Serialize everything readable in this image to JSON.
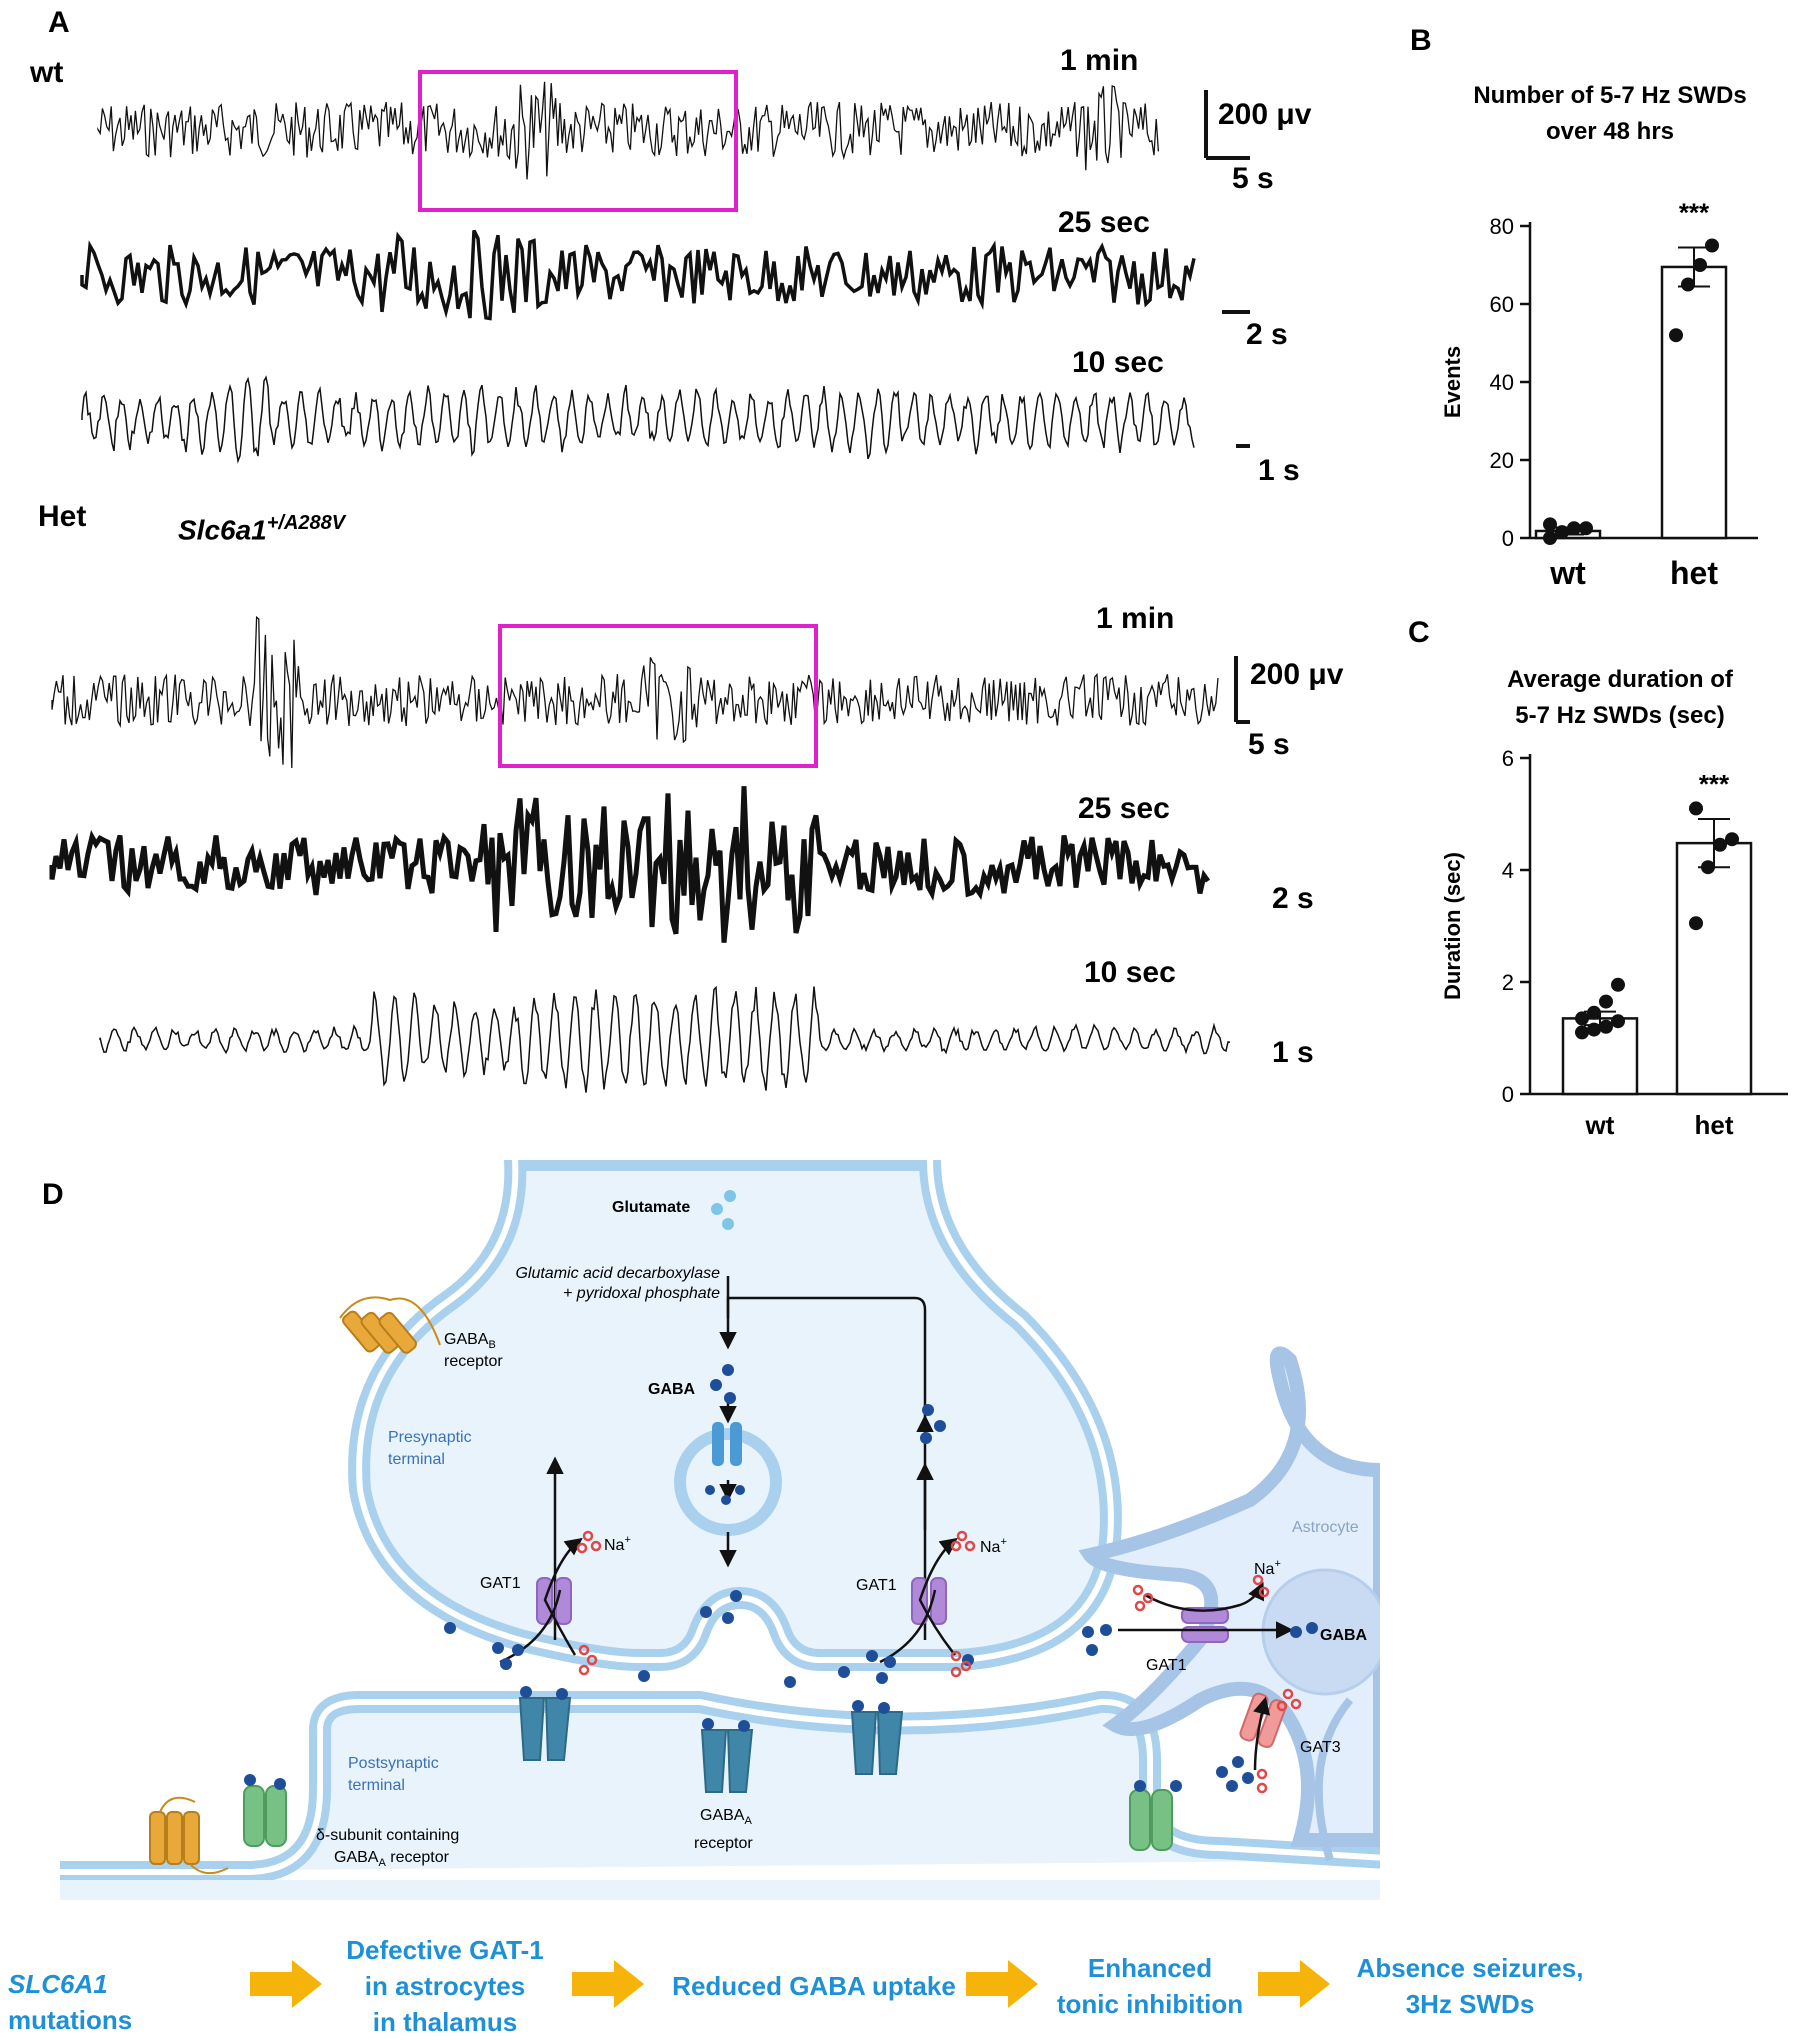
{
  "panel_a": {
    "letter": "A",
    "wt": {
      "label": "wt",
      "traces": [
        {
          "time_label": "1 min",
          "amp_scale": "200 μv",
          "time_scale": "5 s"
        },
        {
          "time_label": "25 sec",
          "time_scale": "2 s"
        },
        {
          "time_label": "10 sec",
          "time_scale": "1 s"
        }
      ]
    },
    "het": {
      "label": "Het",
      "genotype_base": "Slc6a1",
      "genotype_sup": "+/A288V",
      "traces": [
        {
          "time_label": "1 min",
          "amp_scale": "200 μv",
          "time_scale": "5 s"
        },
        {
          "time_label": "25 sec",
          "time_scale": "2 s"
        },
        {
          "time_label": "10 sec",
          "time_scale": "1 s"
        }
      ]
    },
    "highlight_color": "#e020c8"
  },
  "chart_data": [
    {
      "panel": "B",
      "type": "bar",
      "title": "Number of 5-7 Hz SWDs over 48 hrs",
      "title_lines": [
        "Number of 5-7 Hz SWDs",
        "over 48 hrs"
      ],
      "ylabel": "Events",
      "xlabel": "",
      "categories": [
        "wt",
        "het"
      ],
      "values": [
        1.8,
        69.5
      ],
      "error": [
        0.9,
        5.0
      ],
      "points": [
        [
          0,
          1.5,
          2.5,
          2.5,
          3.5
        ],
        [
          52,
          65,
          70,
          75
        ]
      ],
      "ylim": [
        0,
        80
      ],
      "yticks": [
        0,
        20,
        40,
        60,
        80
      ],
      "significance": "***"
    },
    {
      "panel": "C",
      "type": "bar",
      "title": "Average duration of 5-7 Hz SWDs (sec)",
      "title_lines": [
        "Average duration of",
        "5-7 Hz SWDs (sec)"
      ],
      "ylabel": "Duration (sec)",
      "xlabel": "",
      "categories": [
        "wt",
        "het"
      ],
      "values": [
        1.35,
        4.48
      ],
      "error": [
        0.12,
        0.43
      ],
      "points": [
        [
          1.1,
          1.15,
          1.2,
          1.3,
          1.35,
          1.45,
          1.65,
          1.95
        ],
        [
          3.05,
          4.05,
          4.45,
          4.55,
          5.1
        ]
      ],
      "ylim": [
        0,
        6
      ],
      "yticks": [
        0,
        2,
        4,
        6
      ],
      "significance": "***"
    }
  ],
  "panel_d": {
    "letter": "D",
    "glutamate": "Glutamate",
    "enzyme_line1": "Glutamic acid decarboxylase",
    "enzyme_line2": "+ pyridoxal phosphate",
    "gaba": "GABA",
    "gaba_astro": "GABA",
    "gabab_line1": "GABA",
    "gabab_sub": "B",
    "gabab_line2": "receptor",
    "presynaptic_line1": "Presynaptic",
    "presynaptic_line2": "terminal",
    "postsynaptic_line1": "Postsynaptic",
    "postsynaptic_line2": "terminal",
    "astrocyte": "Astrocyte",
    "gat1": "GAT1",
    "gat3": "GAT3",
    "na": "Na",
    "na_sup": "+",
    "gabaa_line1": "GABA",
    "gabaa_sub": "A",
    "gabaa_line2": "receptor",
    "delta_line1": "δ-subunit containing",
    "delta_line2_base": "GABA",
    "delta_line2_sub": "A",
    "delta_line2_end": " receptor",
    "colors": {
      "membrane": "#a9d1ee",
      "cell_fill": "#e8f3fc",
      "gaba_dot": "#1f4e99",
      "na_dot": "#e04848",
      "glu_dot": "#7ec6e8",
      "gat1": "#b08ad8",
      "gat3": "#f09a9a",
      "gabaa": "#3f86a8",
      "delta": "#77c184",
      "gabab": "#e8a93a"
    }
  },
  "flow": {
    "step1_gene": "SLC6A1",
    "step1_rest": " mutations",
    "step2": [
      "Defective GAT-1",
      "in astrocytes",
      "in thalamus"
    ],
    "step3": "Reduced GABA uptake",
    "step4": [
      "Enhanced",
      "tonic inhibition"
    ],
    "step5": [
      "Absence seizures,",
      "3Hz SWDs"
    ],
    "arrow_color": "#f6b40a"
  }
}
